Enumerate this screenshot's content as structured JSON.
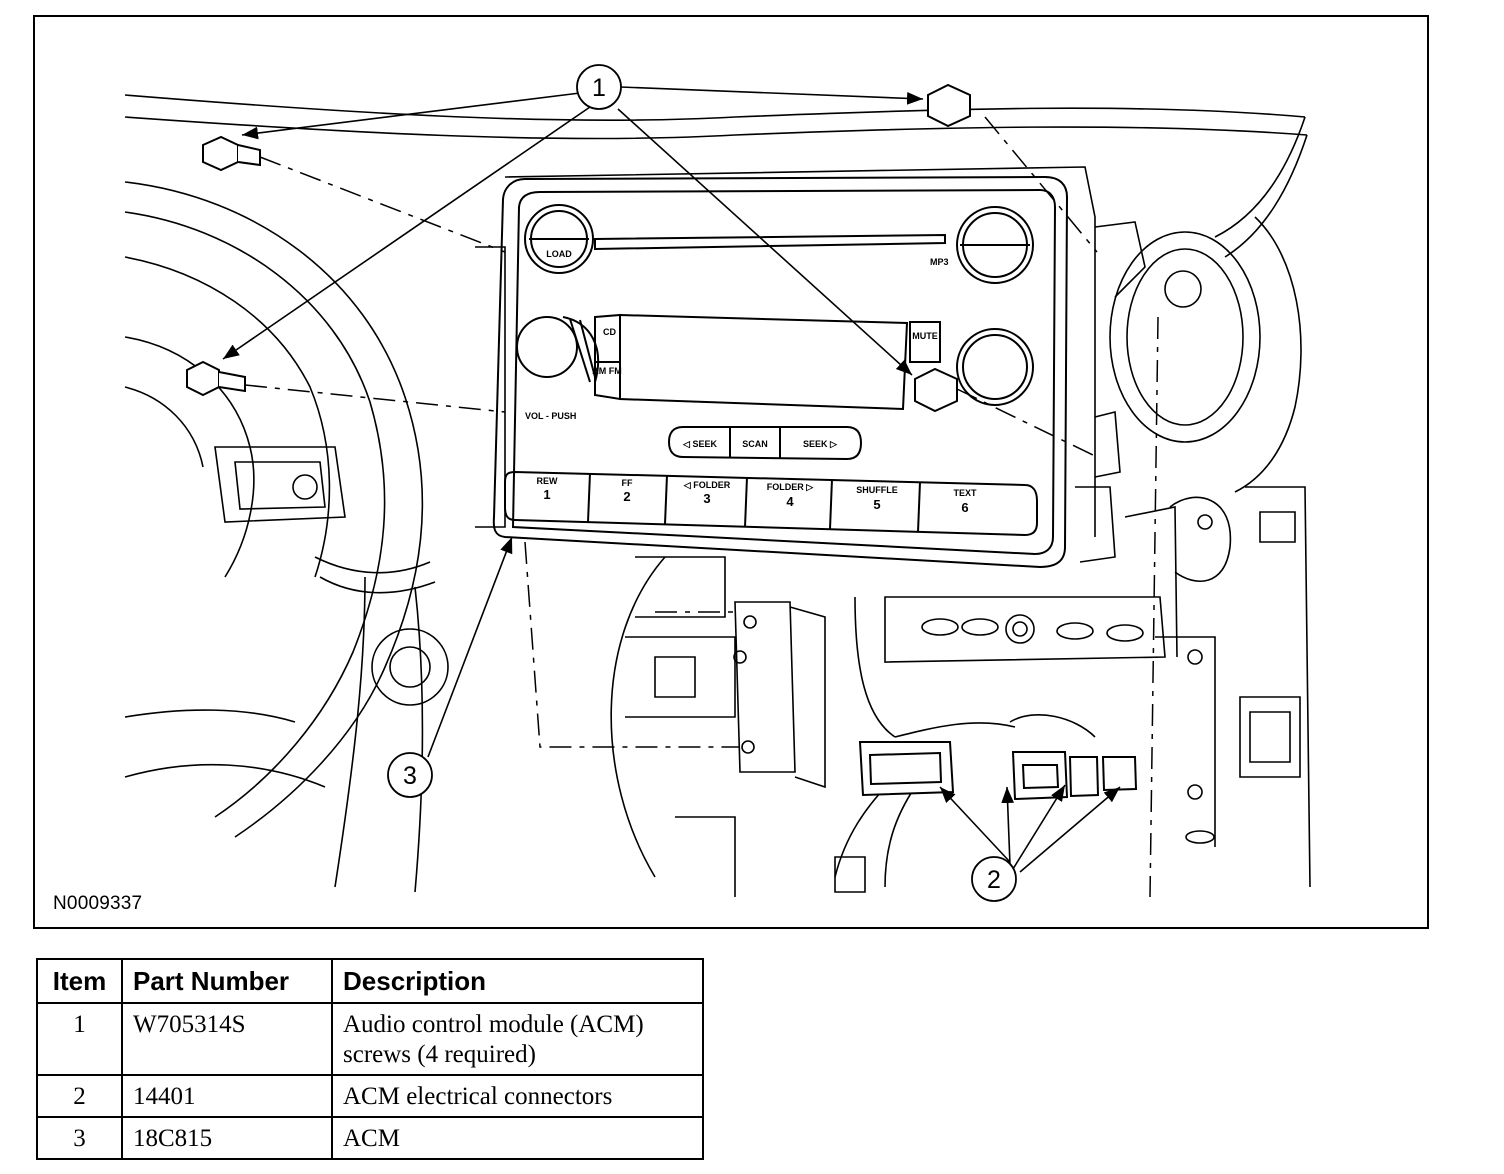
{
  "figure": {
    "id": "N0009337",
    "callouts": [
      {
        "item": "1"
      },
      {
        "item": "2"
      },
      {
        "item": "3"
      }
    ],
    "radio_labels": {
      "load": "LOAD",
      "cd": "CD",
      "aux_fm": "AM FM",
      "vol_push": "VOL - PUSH",
      "mp3": "MP3",
      "mute": "MUTE",
      "seek": "◁ SEEK",
      "scan": "SCAN",
      "seek_right": "SEEK ▷",
      "presets": [
        "1",
        "2",
        "3",
        "4",
        "5",
        "6"
      ],
      "preset_tags": [
        "REW",
        "FF",
        "◁ FOLDER",
        "FOLDER ▷",
        "SHUFFLE",
        "TEXT"
      ]
    }
  },
  "legend": {
    "headers": [
      "Item",
      "Part Number",
      "Description"
    ],
    "rows": [
      {
        "item": "1",
        "part": "W705314S",
        "desc_line1": "Audio control module (ACM)",
        "desc_line2": "screws (4 required)"
      },
      {
        "item": "2",
        "part": "14401",
        "desc_line1": "ACM electrical connectors",
        "desc_line2": ""
      },
      {
        "item": "3",
        "part": "18C815",
        "desc_line1": "ACM",
        "desc_line2": ""
      }
    ]
  }
}
